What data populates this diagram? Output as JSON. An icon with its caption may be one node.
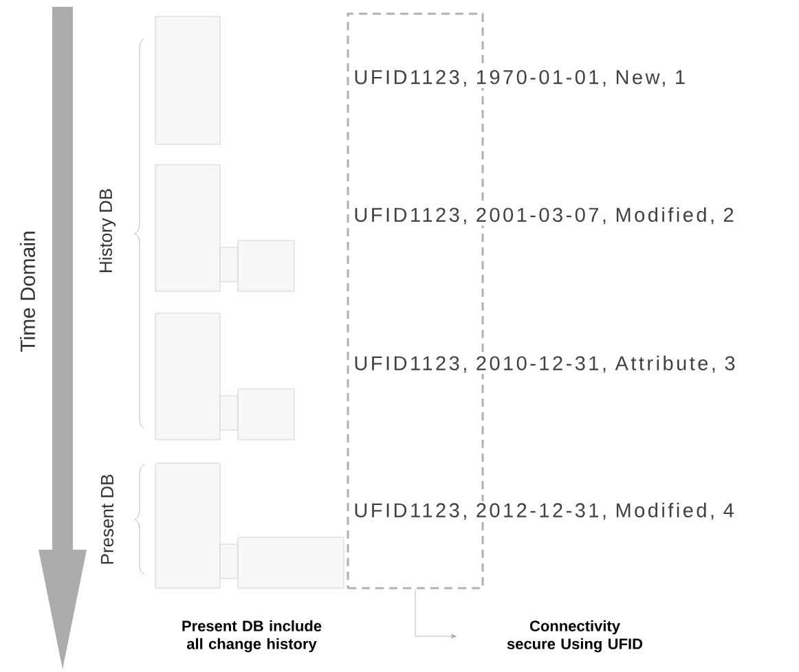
{
  "diagram": {
    "nodes": [
      {
        "text": [],
        "shape": "box"
      },
      {
        "text": [
          "Connectivity secure Using UFID"
        ]
      }
    ],
    "edges": [
      {
        "from": 0,
        "to": 1,
        "arrow": "to"
      }
    ],
    "labels": [
      "Time Domain",
      "History DB",
      "Present DB",
      "UFID1123, 1970-01-01, New, 1",
      "UFID1123, 2001-03-07, Modified, 2",
      "UFID1123, 2010-12-31, Attribute, 3",
      "UFID1123, 2012-12-31, Modified, 4",
      "Present DB include all change history"
    ]
  }
}
